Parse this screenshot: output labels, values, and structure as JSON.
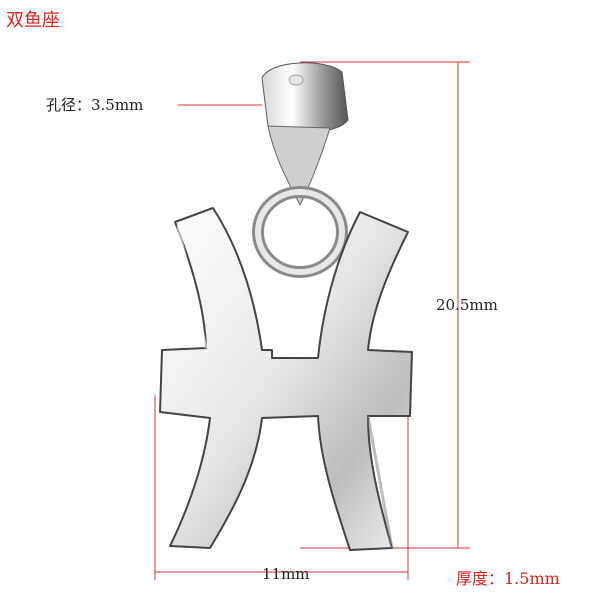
{
  "title": "双鱼座",
  "labels": {
    "hole": "孔径：3.5mm",
    "height": "20.5mm",
    "width": "11mm",
    "thickness": "厚度：1.5mm"
  },
  "colors": {
    "title": "#e0201a",
    "dimension_line": "#d8333a",
    "metal_light": "#f4f4f4",
    "metal_dark": "#6e6e6e"
  }
}
